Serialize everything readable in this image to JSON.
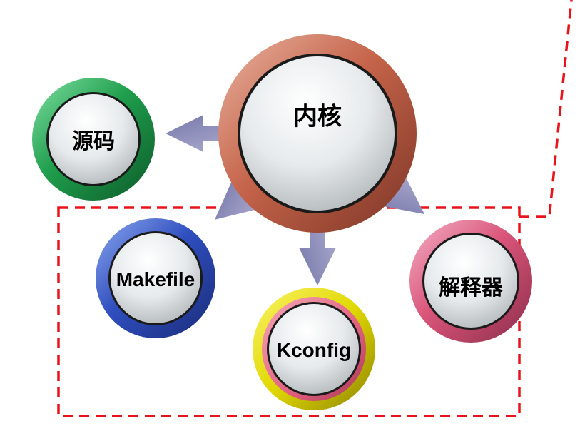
{
  "nodes": {
    "kernel": {
      "label": "内核",
      "ring_color": "#c5644a"
    },
    "source": {
      "label": "源码",
      "ring_color": "#1f9d4c"
    },
    "makefile": {
      "label": "Makefile",
      "ring_color": "#2f4fbf"
    },
    "kconfig": {
      "label": "Kconfig",
      "ring_color": "#e0d800",
      "inner_ring_color": "#e0607e"
    },
    "parser": {
      "label": "解释器",
      "ring_color": "#d9557a"
    }
  },
  "colors": {
    "arrow": "#8c8cbc",
    "dashed_border": "#e8141b",
    "disc_inner": "#dfe4e6"
  },
  "edges": [
    {
      "from": "kernel",
      "to": "source"
    },
    {
      "from": "kernel",
      "to": "makefile"
    },
    {
      "from": "kernel",
      "to": "kconfig"
    },
    {
      "from": "kernel",
      "to": "parser"
    }
  ]
}
